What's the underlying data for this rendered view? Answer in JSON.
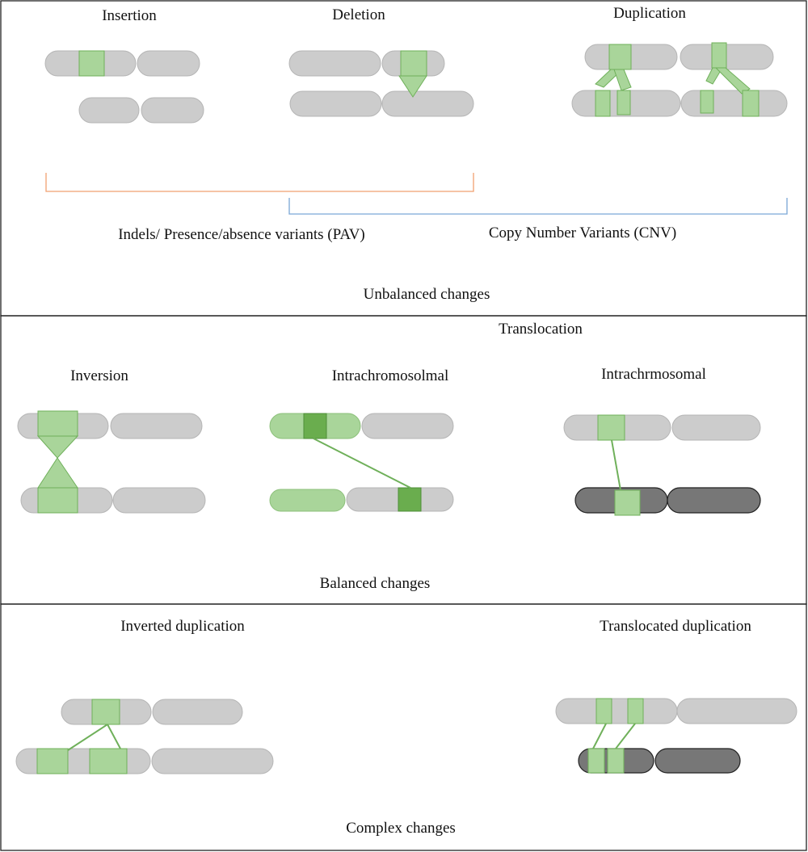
{
  "unbalanced": {
    "insertion": "Insertion",
    "deletion": "Deletion",
    "duplication": "Duplication",
    "pav_label": "Indels/ Presence/absence variants (PAV)",
    "cnv_label": "Copy Number Variants (CNV)",
    "section_title": "Unbalanced changes",
    "colors": {
      "pav_bracket": "#f0a070",
      "cnv_bracket": "#7aa6d6"
    }
  },
  "balanced": {
    "translocation": "Translocation",
    "inversion": "Inversion",
    "intra_1": "Intrachromosolmal",
    "intra_2": "Intrachrmosomal",
    "section_title": "Balanced changes"
  },
  "complex": {
    "inverted_duplication": "Inverted duplication",
    "translocated_duplication": "Translocated duplication",
    "section_title": "Complex changes"
  },
  "colors": {
    "chromosome": "#cccccc",
    "chromosome_dark": "#777777",
    "segment": "#a9d59a",
    "segment_dark": "#6aad4e"
  }
}
